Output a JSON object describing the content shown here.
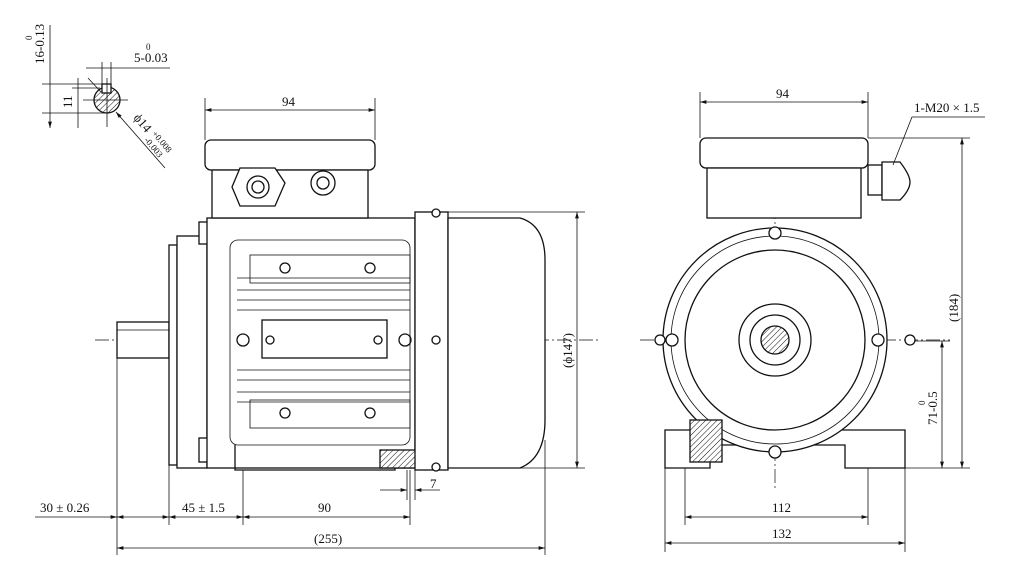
{
  "shaft_section": {
    "dim_height": "16-0.13",
    "dim_height_upper": "0",
    "dim_key_width": "5-0.03",
    "dim_key_width_upper": "0",
    "dim_key_depth": "11",
    "dim_diameter": "ϕ14",
    "dim_diameter_tol_upper": "+0.008",
    "dim_diameter_tol_lower": "-0.003"
  },
  "side_view": {
    "dim_terminal_box_width": "94",
    "dim_flange_diameter": "(ϕ147)",
    "dim_fan_gap": "7",
    "dim_shaft_length": "30 ± 0.26",
    "dim_shaft_to_foot": "45 ± 1.5",
    "dim_foot_spacing": "90",
    "dim_overall_length": "(255)"
  },
  "end_view": {
    "dim_terminal_box_width": "94",
    "cable_gland": "1-M20 × 1.5",
    "dim_overall_height": "(184)",
    "dim_shaft_height": "71-0.5",
    "dim_shaft_height_upper": "0",
    "dim_foot_hole_spacing": "112",
    "dim_foot_width": "132"
  }
}
